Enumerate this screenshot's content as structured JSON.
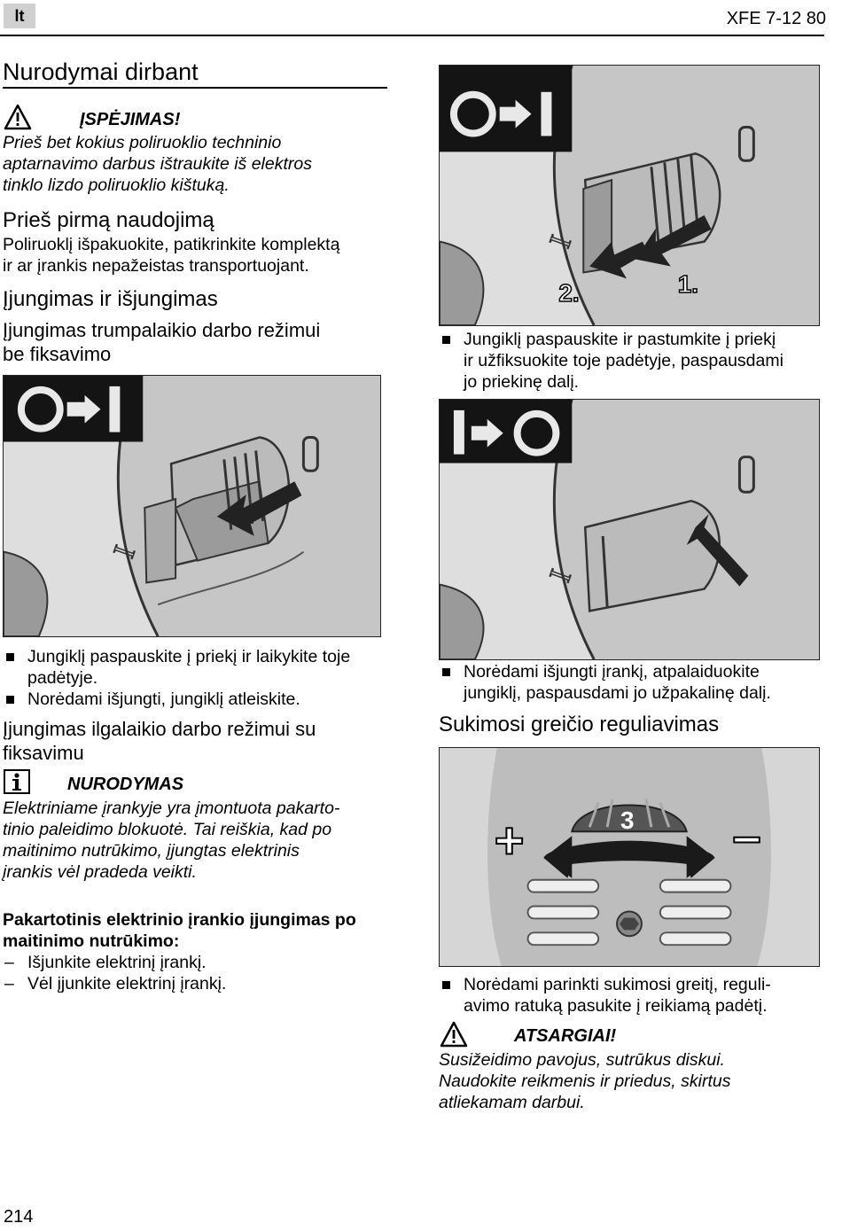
{
  "header": {
    "lang": "lt",
    "model": "XFE 7-12 80"
  },
  "page_number": "214",
  "left": {
    "title": "Nurodymai dirbant",
    "warning": {
      "title": "ĮSPĖJIMAS!",
      "lines": [
        "Prieš bet kokius poliruoklio techninio",
        "aptarnavimo darbus ištraukite iš elektros",
        "tinklo lizdo poliruoklio kištuką."
      ]
    },
    "first_use": {
      "heading": "Prieš pirmą naudojimą",
      "lines": [
        "Poliruoklį išpakuokite, patikrinkite komplektą",
        "ir ar įrankis nepažeistas transportuojant."
      ]
    },
    "on_off_heading": "Įjungimas ir išjungimas",
    "momentary_heading": [
      "Įjungimas trumpalaikio darbo režimui",
      "be fiksavimo"
    ],
    "momentary_bullets": [
      [
        "Jungiklį paspauskite į priekį ir laikykite toje",
        "padėtyje."
      ],
      [
        "Norėdami išjungti, jungiklį atleiskite."
      ]
    ],
    "continuous_heading": [
      "Įjungimas ilgalaikio darbo režimui su",
      "fiksavimu"
    ],
    "note": {
      "title": "NURODYMAS",
      "lines": [
        "Elektriniame įrankyje yra įmontuota pakarto-",
        "tinio paleidimo blokuotė. Tai reiškia, kad po",
        "maitinimo nutrūkimo, įjungtas elektrinis",
        "įrankis vėl pradeda veikti."
      ]
    },
    "restart": {
      "heading": [
        "Pakartotinis elektrinio įrankio įjungimas po",
        "maitinimo nutrūkimo:"
      ],
      "steps": [
        "Išjunkite elektrinį įrankį.",
        "Vėl įjunkite elektrinį įrankį."
      ]
    }
  },
  "right": {
    "lock_bullet": [
      "Jungiklį paspauskite ir pastumkite į priekį",
      "ir užfiksuokite toje padėtyje, paspausdami",
      "jo priekinę dalį."
    ],
    "off_bullet": [
      "Norėdami išjungti įrankį, atpalaiduokite",
      "jungiklį, paspausdami jo užpakalinę dalį."
    ],
    "speed_heading": "Sukimosi greičio reguliavimas",
    "speed_bullet": [
      "Norėdami parinkti sukimosi greitį, reguli-",
      "avimo ratuką pasukite į reikiamą padėtį."
    ],
    "caution": {
      "title": "ATSARGIAI!",
      "lines": [
        "Susižeidimo pavojus, sutrūkus diskui.",
        "Naudokite reikmenis ir priedus, skirtus",
        "atliekamam darbui."
      ]
    }
  },
  "figures": {
    "fig1_label_switch": "I",
    "fig2_steps": [
      "2.",
      "1."
    ],
    "fig2_label_switch": "I",
    "fig3_label_switch": "I",
    "dial": {
      "position": "3",
      "plus": "+",
      "minus": "–"
    }
  }
}
